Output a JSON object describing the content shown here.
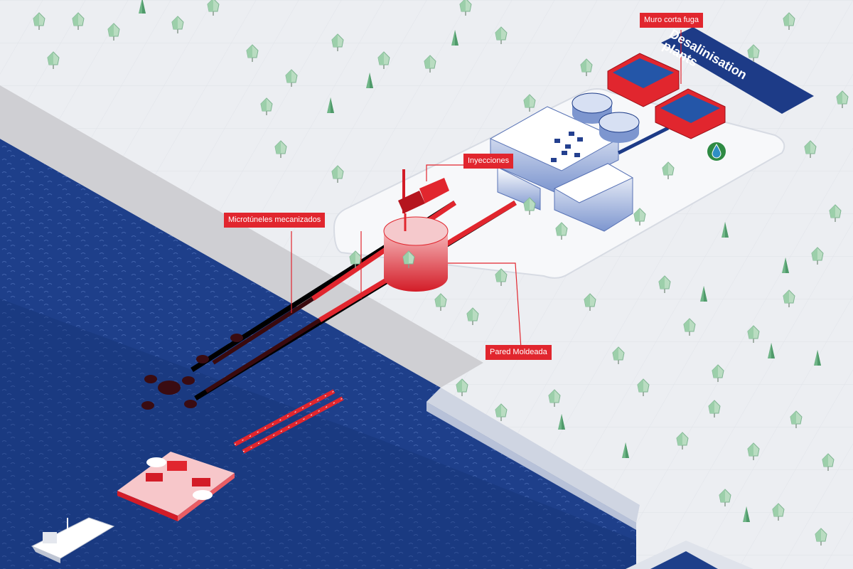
{
  "labels": {
    "muro": "Muro corta fuga",
    "inyecciones": "Inyecciones",
    "microtuneles": "Microtúneles mecanizados",
    "pared": "Pared Moldeada"
  },
  "banner": {
    "line1": "Desalinisation",
    "line2": "plants"
  },
  "icons": [
    "water-drop-icon",
    "tree-icon",
    "ship-icon",
    "barge-icon"
  ],
  "colors": {
    "sea": "#1e3f8a",
    "sea_deep": "#14306f",
    "land": "#eceef2",
    "plot": "#f7f8fa",
    "accent_red": "#e1262e",
    "navy": "#1d3b87",
    "tree": "#8fc99e",
    "water_drop": "#2f8fc4"
  }
}
